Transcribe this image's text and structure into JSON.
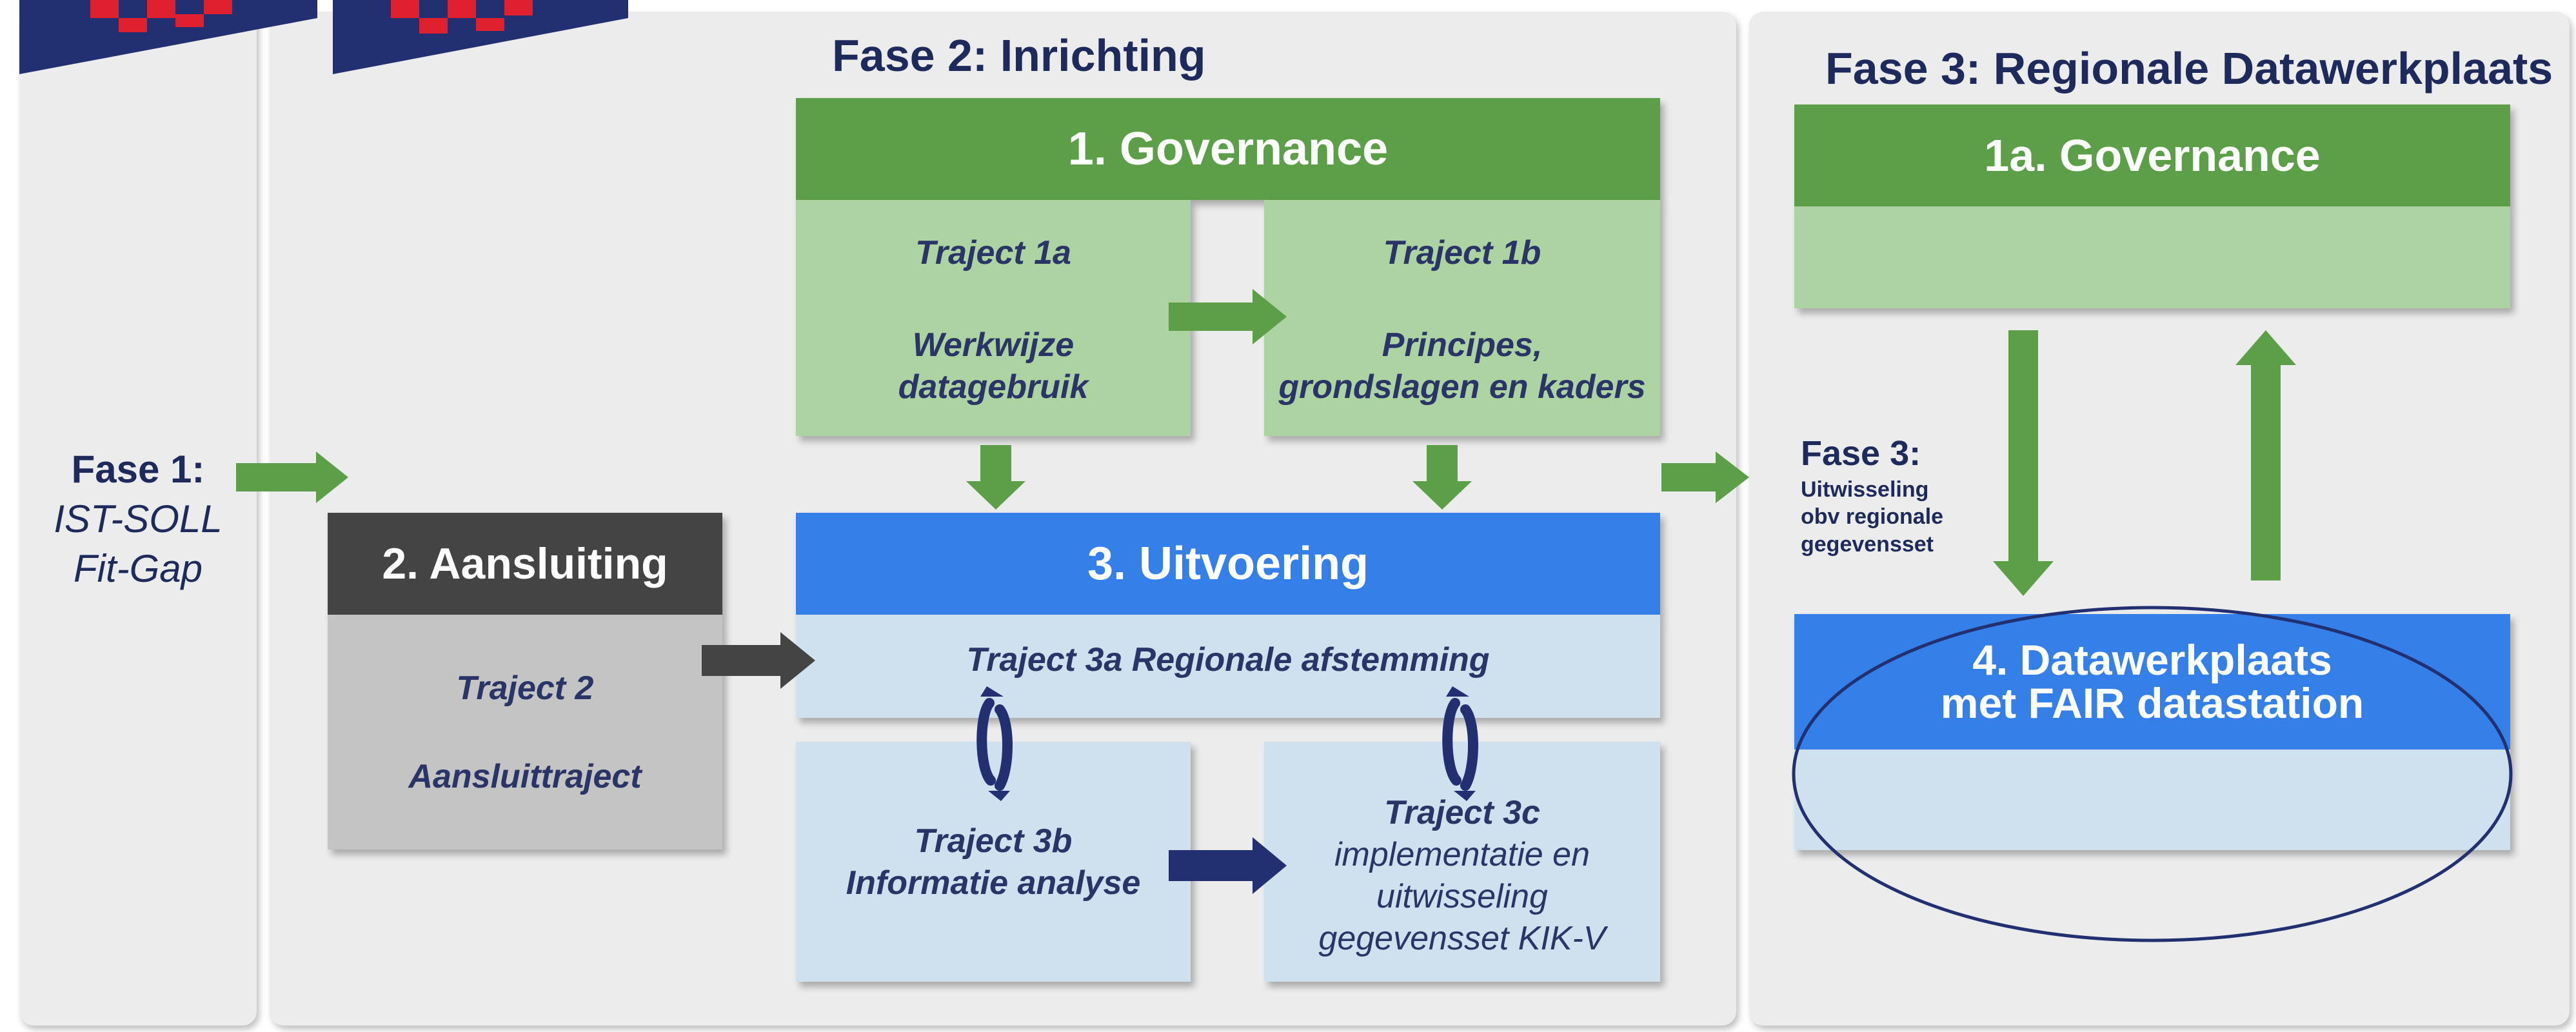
{
  "colors": {
    "panel": "#ececec",
    "green": "#5c9f48",
    "light_green": "#acd3a1",
    "blue": "#357fe8",
    "light_blue": "#cfe0ee",
    "dark_gray": "#444444",
    "gray": "#c4c4c4",
    "navy": "#1f2a5c",
    "flag_red": "#e0202e",
    "flag_navy": "#223072"
  },
  "phase1": {
    "title": "Fase 1:",
    "line1": "IST-SOLL",
    "line2": "Fit-Gap"
  },
  "phase2": {
    "title": "Fase 2: Inrichting",
    "governance": {
      "header": "1. Governance",
      "traject_1a": {
        "title": "Traject 1a",
        "line1": "Werkwijze",
        "line2": "datagebruik"
      },
      "traject_1b": {
        "title": "Traject 1b",
        "line1": "Principes,",
        "line2": "grondslagen en kaders"
      }
    },
    "aansluiting": {
      "header": "2. Aansluiting",
      "title": "Traject 2",
      "body": "Aansluittraject"
    },
    "uitvoering": {
      "header": "3. Uitvoering",
      "traject_3a": "Traject 3a Regionale afstemming",
      "traject_3b": {
        "line1": "Traject 3b",
        "line2": "Informatie analyse"
      },
      "traject_3c": {
        "title": "Traject 3c",
        "line1": "implementatie en",
        "line2": "uitwisseling",
        "line3": "gegevensset KIK-V"
      }
    }
  },
  "phase3": {
    "title": "Fase 3: Regionale Datawerkplaats",
    "governance_header": "1a. Governance",
    "exchange": {
      "title": "Fase 3:",
      "line1": "Uitwisseling",
      "line2": "obv regionale",
      "line3": "gegevensset"
    },
    "datawerkplaats": {
      "line1": "4. Datawerkplaats",
      "line2": "met FAIR datastation"
    }
  }
}
